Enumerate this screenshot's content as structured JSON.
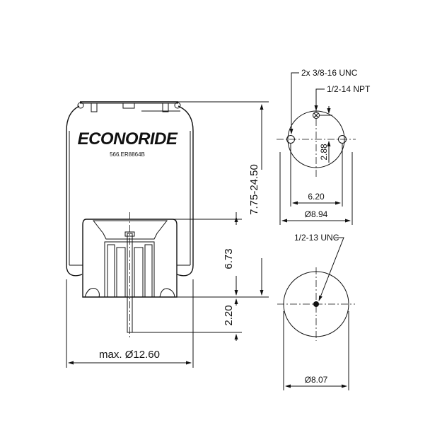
{
  "brand": {
    "logo_text": "ECONORIDE",
    "part_number": "566.ER8864B"
  },
  "side_view": {
    "height_range": "7.75-24.50",
    "piston_height": "6.73",
    "stud_length": "2.20",
    "max_diameter": "max. Ø12.60"
  },
  "top_view": {
    "mount_thread": "2x 3/8-16 UNC",
    "air_port": "1/2-14 NPT",
    "port_offset": "2.88",
    "hole_spacing": "6.20",
    "plate_diameter": "Ø8.94"
  },
  "bottom_view": {
    "stud_thread": "1/2-13 UNC",
    "piston_diameter": "Ø8.07"
  }
}
